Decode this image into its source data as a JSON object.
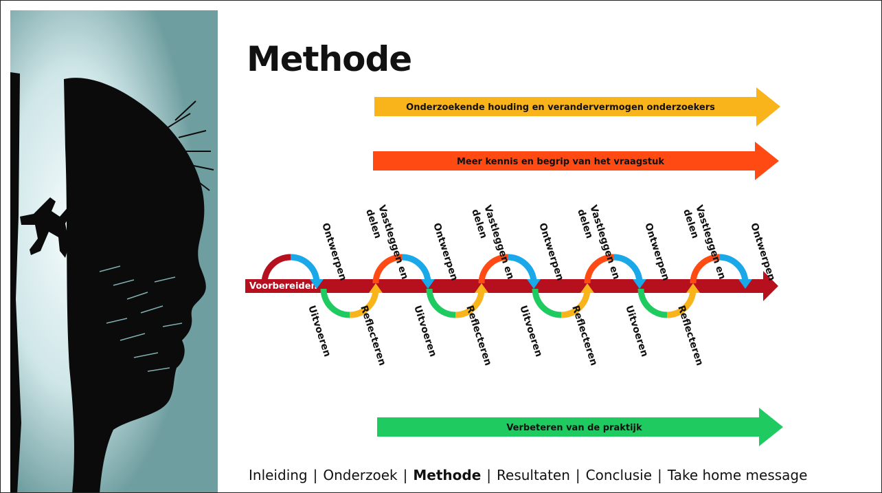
{
  "slide": {
    "title": "Methode"
  },
  "arrows": [
    {
      "label": "Onderzoekende houding  en veranderver­mogen onderzoekers",
      "color": "#f9b31b",
      "text_color": "#111111"
    },
    {
      "label": "Meer kennis en begrip van het vraagstuk",
      "color": "#ff4a14",
      "text_color": "#111111"
    },
    {
      "label": "Verbeteren van de praktijk",
      "color": "#1fcb61",
      "text_color": "#111111"
    }
  ],
  "timeline": {
    "label": "Voorbereiden",
    "color": "#b6101e"
  },
  "cycle_labels": {
    "design": "Ontwerpen",
    "record": [
      "Vastleggen en",
      "delen"
    ],
    "execute": "Uitvoeren",
    "reflect": "Reflecteren"
  },
  "colors": {
    "design": "#1aa8e8",
    "record": "#ff4a14",
    "execute": "#1fcb61",
    "reflect": "#f9b31b",
    "first_loop": "#b6101e"
  },
  "illustration": {
    "icon": "climber-head-silhouette-icon",
    "sky": "#6f9ea0",
    "glow": "#eaf6f7",
    "ink": "#0b0b0b"
  },
  "navigation": {
    "items": [
      {
        "label": "Inleiding",
        "active": false
      },
      {
        "label": "Onderzoek",
        "active": false
      },
      {
        "label": "Methode",
        "active": true
      },
      {
        "label": "Resultaten",
        "active": false
      },
      {
        "label": "Conclusie",
        "active": false
      },
      {
        "label": "Take home message",
        "active": false
      }
    ]
  }
}
